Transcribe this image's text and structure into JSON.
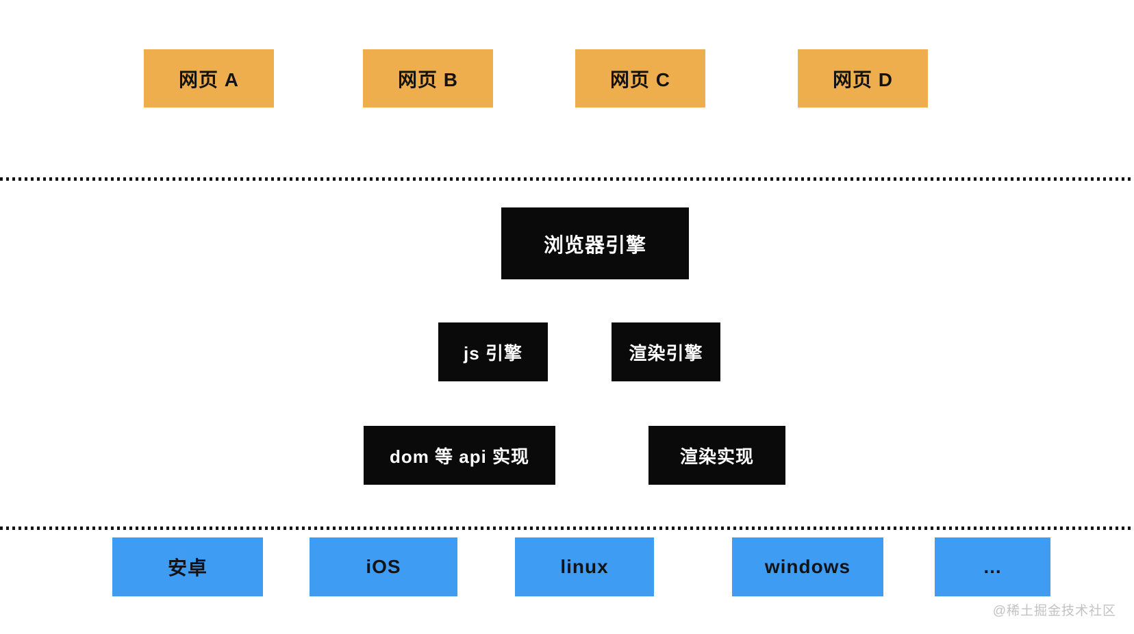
{
  "nodes": {
    "web_pages": [
      {
        "label": "网页 A"
      },
      {
        "label": "网页 B"
      },
      {
        "label": "网页 C"
      },
      {
        "label": "网页 D"
      }
    ],
    "browser_engine": {
      "label": "浏览器引擎"
    },
    "engine_layer": [
      {
        "label": "js 引擎"
      },
      {
        "label": "渲染引擎"
      }
    ],
    "impl_layer": [
      {
        "label": "dom 等 api 实现"
      },
      {
        "label": "渲染实现"
      }
    ],
    "platforms": [
      {
        "label": "安卓"
      },
      {
        "label": "iOS"
      },
      {
        "label": "linux"
      },
      {
        "label": "windows"
      },
      {
        "label": "..."
      }
    ]
  },
  "watermark": {
    "label": "@稀土掘金技术社区"
  },
  "colors": {
    "webpage_fill": "#efae4d",
    "engine_fill": "#0a0a0a",
    "platform_fill": "#3e9df2",
    "dotted_line": "#141414",
    "watermark_text": "#c2c2c2"
  }
}
